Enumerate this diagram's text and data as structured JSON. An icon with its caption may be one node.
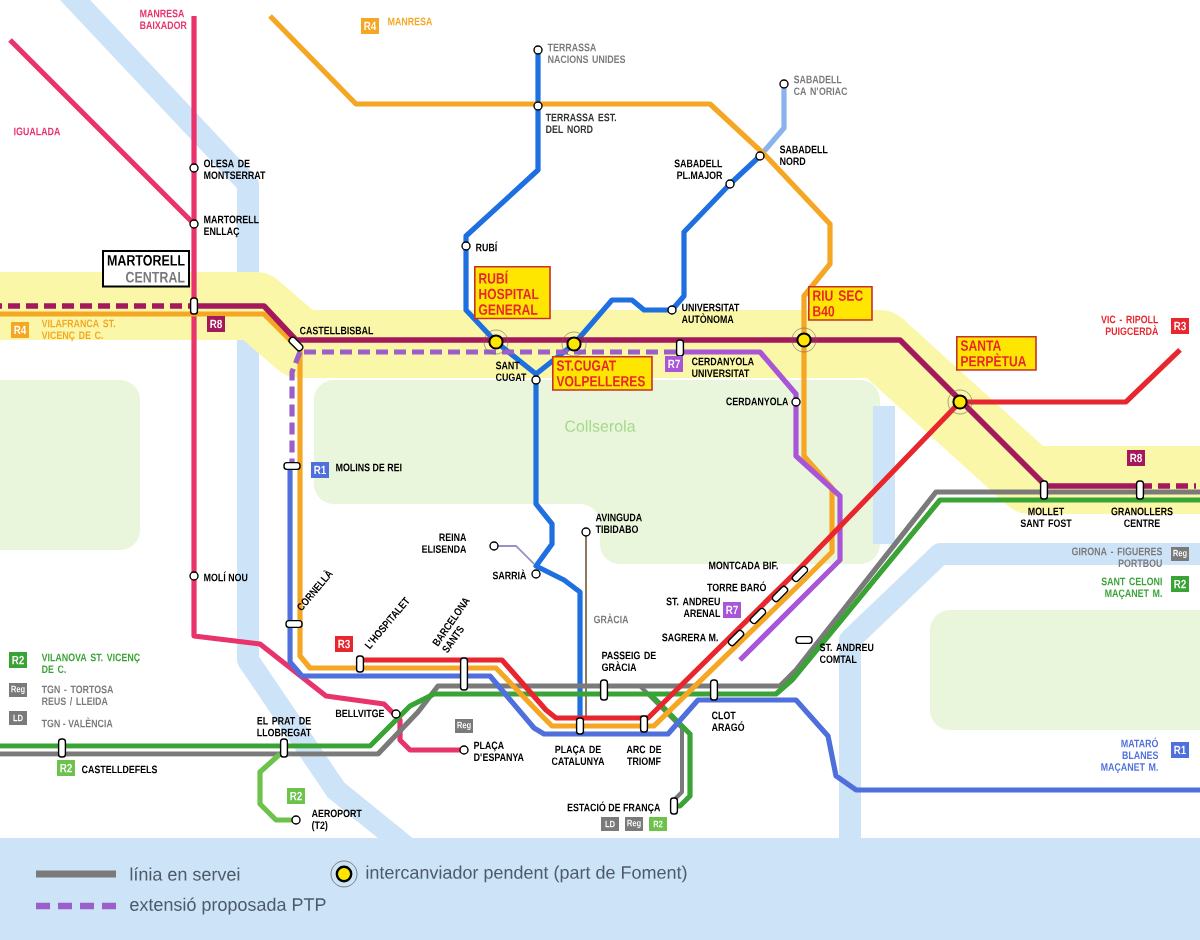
{
  "diagram": {
    "nodes": [
      {
        "text": [
          "R4"
        ],
        "beside": [
          "MANRESA"
        ]
      },
      {
        "text": [
          "MARTORELL",
          "CENTRAL"
        ]
      },
      {
        "text": [
          "RUBÍ HOSPITAL GENERAL"
        ]
      },
      {
        "text": [
          "RIU SEC B40"
        ]
      },
      {
        "text": [
          "R4"
        ],
        "beside": [
          "VILAFRANCA ST. VICENÇ DE C."
        ]
      },
      {
        "text": [
          "R8"
        ]
      },
      {
        "text": [
          "ST.CUGAT VOLPELLERES"
        ]
      },
      {
        "text": [
          "SANTA PERPÈTUA"
        ]
      },
      {
        "text": [
          "R3"
        ],
        "beside": [
          "VIC - RIPOLL PUIGCERDÀ"
        ]
      },
      {
        "text": [
          "R7"
        ],
        "beside": [
          "CERDANYOLA UNIVERSITAT"
        ]
      },
      {
        "text": [
          "R8"
        ]
      },
      {
        "text": [
          "R1"
        ],
        "beside": [
          "MOLINS DE REI"
        ]
      },
      {
        "text": [
          "Reg"
        ],
        "beside": [
          "GIRONA - FIGUERES PORTBOU"
        ]
      },
      {
        "text": [
          "R2"
        ],
        "beside": [
          "SANT CELONI MAÇANET M."
        ]
      },
      {
        "text": [
          "R7"
        ]
      },
      {
        "text": [
          "R3"
        ]
      },
      {
        "text": [
          "R2"
        ],
        "beside": [
          "VILANOVA ST. VICENÇ DE C."
        ]
      },
      {
        "text": [
          "Reg"
        ],
        "beside": [
          "TGN - TORTOSA REUS / LLEIDA"
        ]
      },
      {
        "text": [
          "LD"
        ],
        "beside": [
          "TGN - VALÈNCIA"
        ]
      },
      {
        "text": [
          "Reg"
        ]
      },
      {
        "text": [
          "R2"
        ],
        "beside": [
          "CASTELLDEFELS"
        ]
      },
      {
        "text": [
          "R1"
        ],
        "beside": [
          "MATARÓ BLANES MAÇANET M."
        ]
      },
      {
        "text": [
          "R2"
        ],
        "beside": [
          "AEROPORT (T2)"
        ]
      },
      {
        "text": [
          "LD"
        ]
      },
      {
        "text": [
          "Reg"
        ]
      },
      {
        "text": [
          "R2"
        ]
      }
    ],
    "labels": [
      "MANRESA BAIXADOR",
      "IGUALADA",
      "TERRASSA NACIONS UNIDES",
      "SABADELL CA N'ORIAC",
      "TERRASSA EST. DEL NORD",
      "SABADELL PL.MAJOR",
      "SABADELL NORD",
      "OLESA DE MONTSERRAT",
      "MARTORELL ENLLAÇ",
      "RUBÍ",
      "CASTELLBISBAL",
      "UNIVERSITAT AUTÒNOMA",
      "SANT CUGAT",
      "CERDANYOLA",
      "Collserola",
      "AVINGUDA TIBIDABO",
      "MOLLET SANT FOST",
      "GRANOLLERS CENTRE",
      "REINA ELISENDA",
      "MOLÍ NOU",
      "SARRIÀ",
      "CORNELLÀ",
      "L'HOSPITALET",
      "BARCELONA SANTS",
      "GRÀCIA",
      "MONTCADA BIF.",
      "TORRE BARÓ",
      "ST. ANDREU ARENAL",
      "SAGRERA M.",
      "PASSEIG DE GRÀCIA",
      "ST. ANDREU COMTAL",
      "EL PRAT DE LLOBREGAT",
      "BELLVITGE",
      "CLOT ARAGÓ",
      "PLAÇA D'ESPANYA",
      "PLAÇA DE CATALUNYA",
      "ARC DE TRIOMF",
      "ESTACIÓ DE FRANÇA"
    ],
    "legend": [
      {
        "text": "línia en servei"
      },
      {
        "text": "extensió proposada PTP"
      },
      {
        "text": "intercanviador pendent (part de Foment)"
      }
    ]
  }
}
